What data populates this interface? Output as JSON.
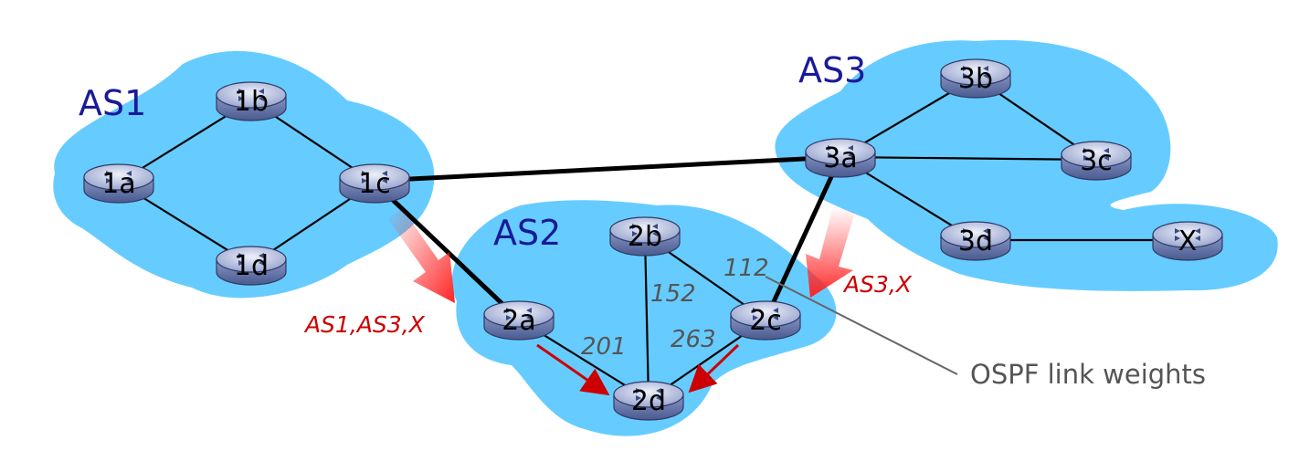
{
  "autonomous_systems": [
    {
      "id": "as1",
      "label": "AS1"
    },
    {
      "id": "as2",
      "label": "AS2"
    },
    {
      "id": "as3",
      "label": "AS3"
    }
  ],
  "routers": [
    {
      "id": "1a",
      "label": "1a"
    },
    {
      "id": "1b",
      "label": "1b"
    },
    {
      "id": "1c",
      "label": "1c"
    },
    {
      "id": "1d",
      "label": "1d"
    },
    {
      "id": "2a",
      "label": "2a"
    },
    {
      "id": "2b",
      "label": "2b"
    },
    {
      "id": "2c",
      "label": "2c"
    },
    {
      "id": "2d",
      "label": "2d"
    },
    {
      "id": "3a",
      "label": "3a"
    },
    {
      "id": "3b",
      "label": "3b"
    },
    {
      "id": "3c",
      "label": "3c"
    },
    {
      "id": "3d",
      "label": "3d"
    },
    {
      "id": "x",
      "label": "X"
    }
  ],
  "links": [
    {
      "from": "1a",
      "to": "1b",
      "kind": "intra"
    },
    {
      "from": "1a",
      "to": "1d",
      "kind": "intra"
    },
    {
      "from": "1b",
      "to": "1c",
      "kind": "intra"
    },
    {
      "from": "1d",
      "to": "1c",
      "kind": "intra"
    },
    {
      "from": "1c",
      "to": "3a",
      "kind": "inter"
    },
    {
      "from": "1c",
      "to": "2a",
      "kind": "inter"
    },
    {
      "from": "3a",
      "to": "2c",
      "kind": "inter"
    },
    {
      "from": "2a",
      "to": "2d",
      "kind": "intra",
      "weight": "201"
    },
    {
      "from": "2b",
      "to": "2d",
      "kind": "intra",
      "weight": "152"
    },
    {
      "from": "2b",
      "to": "2c",
      "kind": "intra",
      "weight": "112"
    },
    {
      "from": "2c",
      "to": "2d",
      "kind": "intra",
      "weight": "263"
    },
    {
      "from": "3a",
      "to": "3b",
      "kind": "intra"
    },
    {
      "from": "3a",
      "to": "3c",
      "kind": "intra"
    },
    {
      "from": "3b",
      "to": "3c",
      "kind": "intra"
    },
    {
      "from": "3a",
      "to": "3d",
      "kind": "intra"
    },
    {
      "from": "3d",
      "to": "x",
      "kind": "intra"
    }
  ],
  "weights": {
    "w_2a_2d": "201",
    "w_2b_2d": "152",
    "w_2b_2c": "112",
    "w_2c_2d": "263"
  },
  "route_advertisements": {
    "to_2a": "AS1,AS3,X",
    "to_2c": "AS3,X"
  },
  "callout": "OSPF link weights",
  "colors": {
    "cloud": "#66ccff",
    "router_body": "#7f8fbf",
    "router_top": "#c8d0ea",
    "advert_arrow": "#ff3333",
    "forward_arrow": "#cc0000",
    "as_label": "#1a1a99",
    "weight_text": "#555555"
  }
}
